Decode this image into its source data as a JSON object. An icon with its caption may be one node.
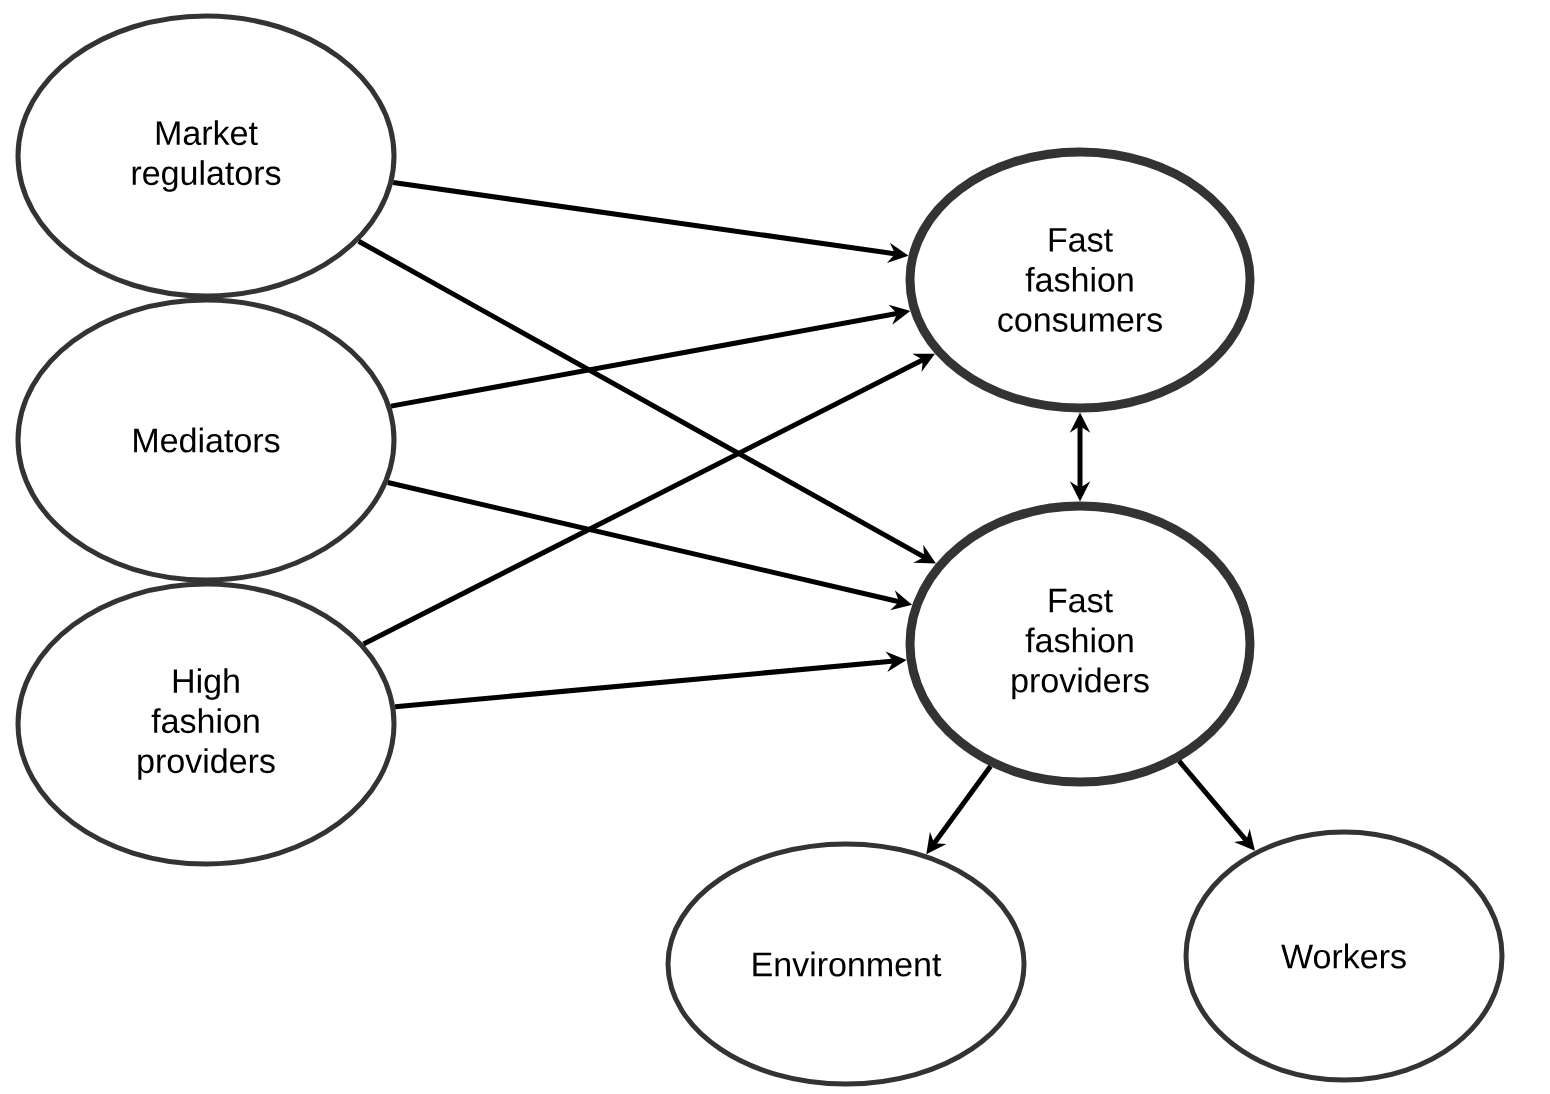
{
  "diagram": {
    "nodes": [
      {
        "text": [
          "Market regulators"
        ]
      },
      {
        "text": [
          "Mediators"
        ]
      },
      {
        "text": [
          "High fashion providers"
        ]
      },
      {
        "text": [
          "Fast fashion consumers"
        ]
      },
      {
        "text": [
          "Fast fashion providers"
        ]
      },
      {
        "text": [
          "Environment"
        ]
      },
      {
        "text": [
          "Workers"
        ]
      }
    ],
    "edges": [
      {
        "from": 0,
        "to": 3,
        "arrow": "to"
      },
      {
        "from": 0,
        "to": 4,
        "arrow": "to"
      },
      {
        "from": 1,
        "to": 3,
        "arrow": "to"
      },
      {
        "from": 1,
        "to": 4,
        "arrow": "to"
      },
      {
        "from": 2,
        "to": 3,
        "arrow": "to"
      },
      {
        "from": 2,
        "to": 4,
        "arrow": "to"
      },
      {
        "from": 3,
        "to": 4,
        "arrow": "both"
      },
      {
        "from": 4,
        "to": 5,
        "arrow": "to"
      },
      {
        "from": 4,
        "to": 6,
        "arrow": "to"
      }
    ]
  }
}
